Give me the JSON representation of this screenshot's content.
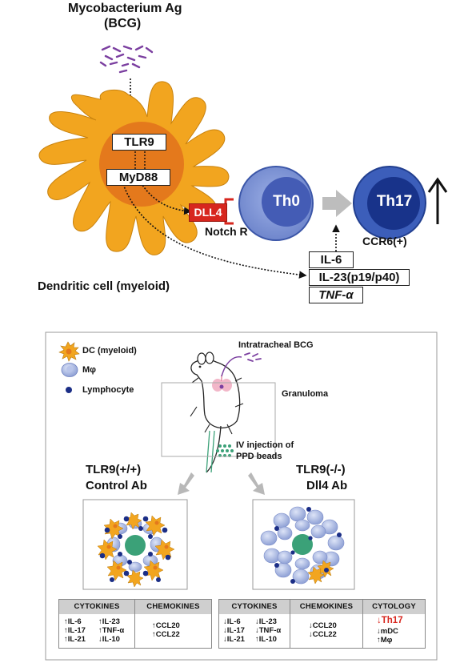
{
  "top": {
    "antigen_line1": "Mycobacterium Ag",
    "antigen_line2": "(BCG)",
    "tlr9": "TLR9",
    "myd88": "MyD88",
    "dll4": "DLL4",
    "notch": "Notch R",
    "th0": "Th0",
    "th17": "Th17",
    "ccr6": "CCR6(+)",
    "up_arrow": "↑",
    "cytokine1": "IL-6",
    "cytokine2": "IL-23(p19/p40)",
    "cytokine3": "TNF-α",
    "dc_label": "Dendritic cell",
    "dc_label_sub": "(myeloid)"
  },
  "bottom": {
    "legend": {
      "dc": "DC",
      "dc_sub": "(myeloid)",
      "mphi": "Mφ",
      "lymph": "Lymphocyte"
    },
    "intratracheal": "Intratracheal BCG",
    "granuloma": "Granuloma",
    "iv_line1": "IV injection of",
    "iv_line2": "PPD beads",
    "left_title1": "TLR9(+/+)",
    "left_title2": "Control Ab",
    "right_title1": "TLR9(-/-)",
    "right_title2": "Dll4 Ab",
    "left_table": {
      "h1": "CYTOKINES",
      "h2": "CHEMOKINES",
      "c1": [
        "↑IL-6",
        "↑IL-17",
        "↑IL-21"
      ],
      "c2": [
        "↑IL-23",
        "↑TNF-α",
        "↓IL-10"
      ],
      "c3": [
        "↑CCL20",
        "↑CCL22"
      ]
    },
    "right_table": {
      "h1": "CYTOKINES",
      "h2": "CHEMOKINES",
      "h3": "CYTOLOGY",
      "c1": [
        "↓IL-6",
        "↓IL-17",
        "↓IL-21"
      ],
      "c2": [
        "↓IL-23",
        "↓TNF-α",
        "↑IL-10"
      ],
      "c3": [
        "↓CCL20",
        "↓CCL22"
      ],
      "c4_red": "↓Th17",
      "c4": [
        "↓mDC",
        "↑Mφ"
      ]
    }
  },
  "colors": {
    "dc_orange": "#F2A51F",
    "nucleus": "#E4791C",
    "th0_blue": "#7E94D6",
    "th17_blue": "#1E3F96",
    "dll4_red": "#D7261E",
    "bead_green": "#3BA178",
    "bcg_purple": "#7B3FA0"
  }
}
